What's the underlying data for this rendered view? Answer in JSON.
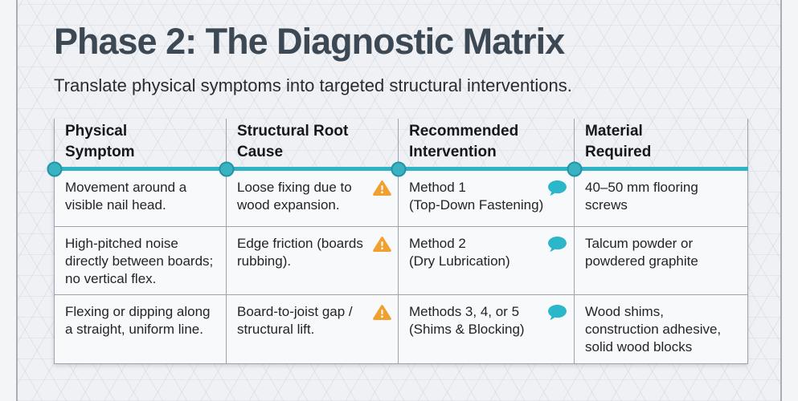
{
  "meta": {
    "accent_teal": "#2eb3c5",
    "warning_orange": "#efa02f",
    "comment_teal": "#2bb7c9",
    "title_color": "#3c4854",
    "icons": {
      "cause_flag": "warning-icon",
      "intervention_note": "comment-icon"
    }
  },
  "header": {
    "title": "Phase 2: The Diagnostic Matrix",
    "subtitle": "Translate physical symptoms into targeted structural interventions."
  },
  "table": {
    "columns": [
      [
        "Physical",
        "Symptom"
      ],
      [
        "Structural Root",
        "Cause"
      ],
      [
        "Recommended",
        "Intervention"
      ],
      [
        "Material",
        "Required"
      ]
    ],
    "rows": [
      {
        "symptom": "Movement around a visible nail head.",
        "cause": "Loose fixing due to wood expansion.",
        "intervention": [
          "Method 1",
          "(Top-Down Fastening)"
        ],
        "material": "40–50 mm flooring screws"
      },
      {
        "symptom": "High-pitched noise directly between boards; no vertical flex.",
        "cause": "Edge friction (boards rubbing).",
        "intervention": [
          "Method 2",
          "(Dry Lubrication)"
        ],
        "material": "Talcum powder or powdered graphite"
      },
      {
        "symptom": "Flexing or dipping along a straight, uniform line.",
        "cause": "Board-to-joist gap / structural lift.",
        "intervention": [
          "Methods 3, 4, or 5",
          "(Shims & Blocking)"
        ],
        "material": "Wood shims, construction adhesive, solid wood blocks"
      }
    ]
  }
}
